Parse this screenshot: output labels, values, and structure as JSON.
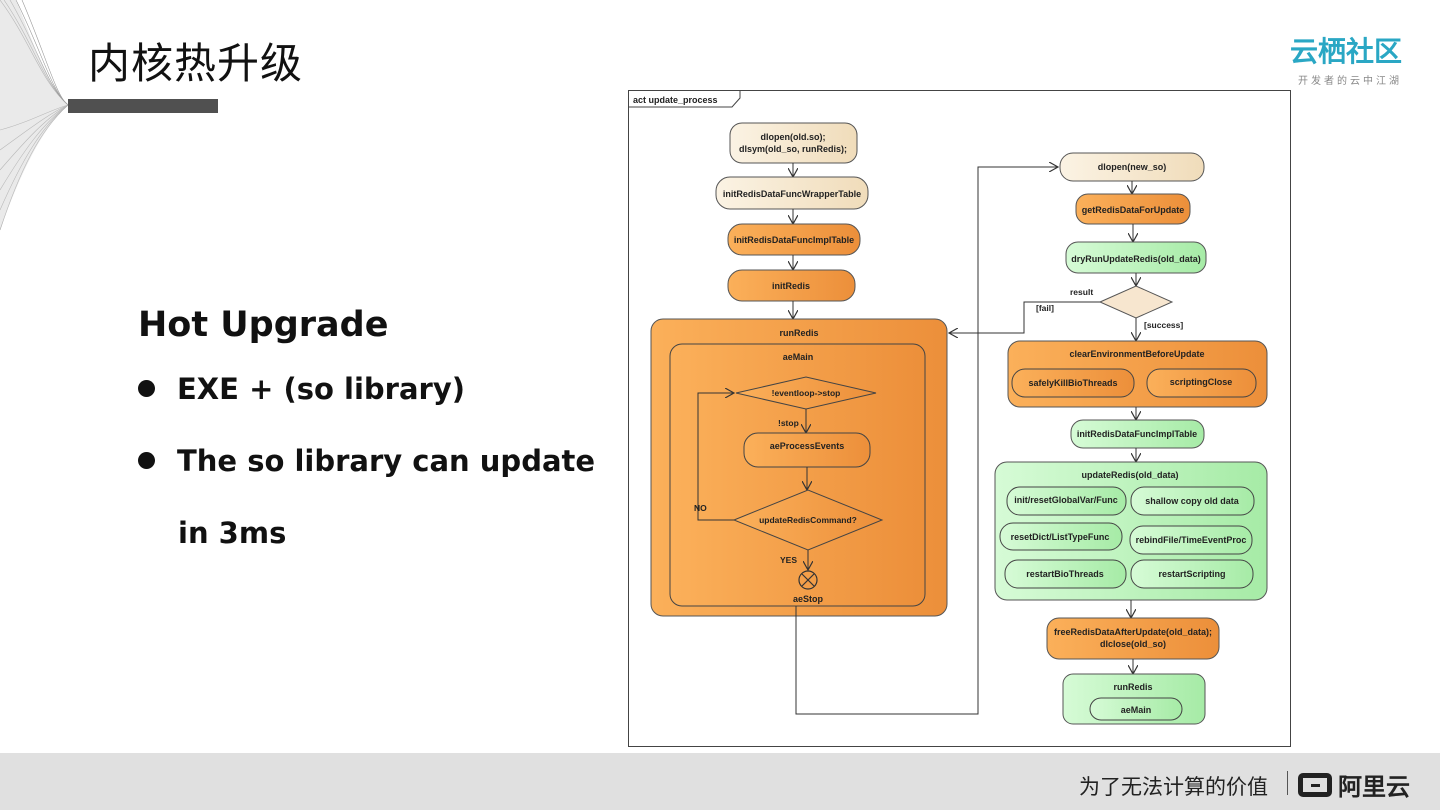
{
  "slide": {
    "title": "内核热升级",
    "heading": "Hot Upgrade",
    "bullets": [
      "EXE + (so library)",
      "The so library can update"
    ],
    "bullet_continuation": "in 3ms"
  },
  "logo": {
    "name": "云栖社区",
    "tagline": "开发者的云中江湖"
  },
  "footer": {
    "slogan": "为了无法计算的价值",
    "brand": "阿里云"
  },
  "diagram": {
    "frame_label": "act update_process",
    "left": {
      "n1a": "dlopen(old.so);",
      "n1b": "dlsym(old_so, runRedis);",
      "n2": "initRedisDataFuncWrapperTable",
      "n3": "initRedisDataFuncImplTable",
      "n4": "initRedis",
      "run_redis": "runRedis",
      "ae_main": "aeMain",
      "loop_cond": "!eventloop->stop",
      "guard_stop": "!stop",
      "process": "aeProcessEvents",
      "update_cond": "updateRedisCommand?",
      "no": "NO",
      "yes": "YES",
      "ae_stop": "aeStop"
    },
    "right": {
      "dlopen_new": "dlopen(new_so)",
      "get_data": "getRedisDataForUpdate",
      "dry_run": "dryRunUpdateRedis(old_data)",
      "result": "result",
      "fail": "[fail]",
      "success": "[success]",
      "clear_env": "clearEnvironmentBeforeUpdate",
      "kill_bio": "safelyKillBioThreads",
      "script_close": "scriptingClose",
      "init_impl": "initRedisDataFuncImplTable",
      "update_redis": "updateRedis(old_data)",
      "init_reset": "init/resetGlobalVar/Func",
      "shallow_copy": "shallow copy old data",
      "reset_dict": "resetDict/ListTypeFunc",
      "rebind": "rebindFile/TimeEventProc",
      "restart_bio": "restartBioThreads",
      "restart_script": "restartScripting",
      "free_a": "freeRedisDataAfterUpdate(old_data);",
      "free_b": "dlclose(old_so)",
      "run_redis2": "runRedis",
      "ae_main2": "aeMain"
    }
  }
}
